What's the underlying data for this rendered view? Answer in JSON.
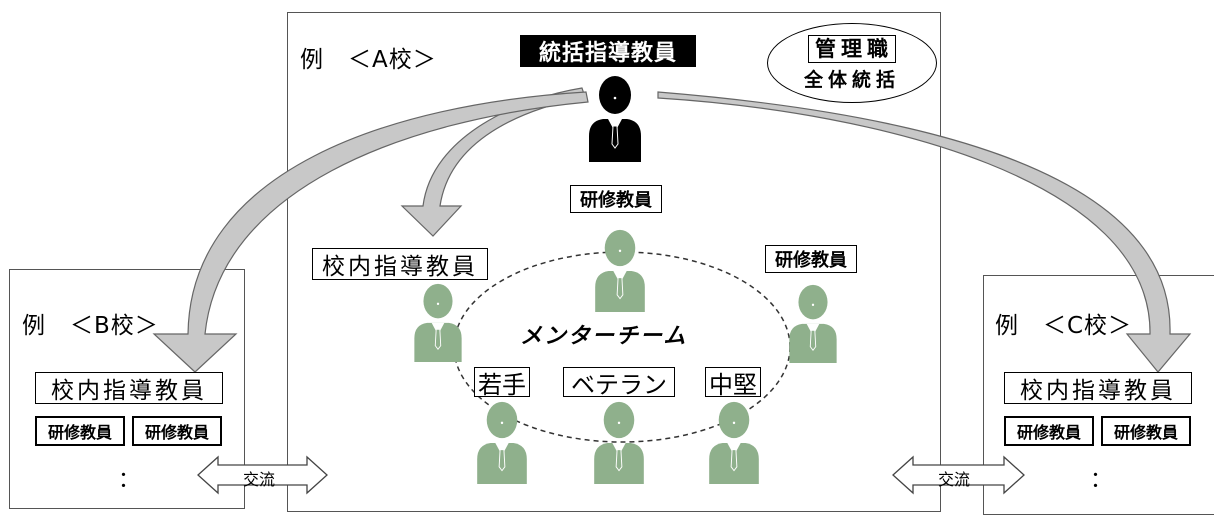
{
  "school_a": {
    "label": "例　＜A校＞",
    "lead_title": "統括指導教員"
  },
  "management": {
    "role": "管理職",
    "scope": "全体統括"
  },
  "school_b": {
    "label": "例　＜B校＞",
    "school_lead": "校内指導教員",
    "trainees": [
      "研修教員",
      "研修教員"
    ],
    "more": "："
  },
  "school_c": {
    "label": "例　＜C校＞",
    "school_lead": "校内指導教員",
    "trainees": [
      "研修教員",
      "研修教員"
    ],
    "more": "："
  },
  "mentor_team": {
    "label": "メンターチーム",
    "school_lead": "校内指導教員",
    "trainee_top": "研修教員",
    "trainee_right": "研修教員",
    "groups": [
      "若手",
      "ベテラン",
      "中堅"
    ]
  },
  "exchange": {
    "left": "交流",
    "right": "交流"
  },
  "colors": {
    "person_green": "#8fb08c",
    "lead_black": "#000000",
    "arrow_fill": "#c8c8c8",
    "arrow_stroke": "#666666"
  }
}
